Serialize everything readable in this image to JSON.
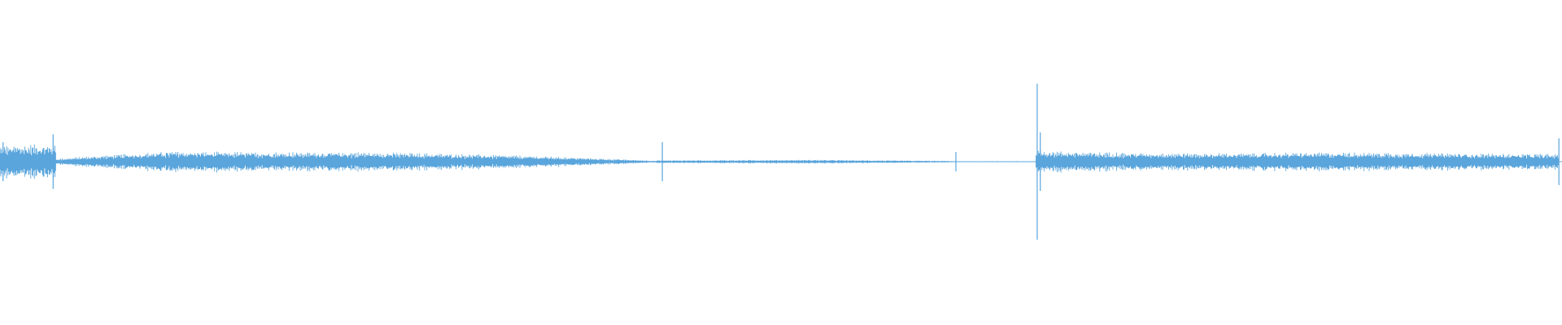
{
  "waveform": {
    "color": "#5aa5dc",
    "background": "#ffffff",
    "amplitude_range": [
      -1,
      1
    ],
    "time_range": [
      0,
      1
    ],
    "segments": [
      {
        "start": 0.0,
        "end": 0.036,
        "amp_start": 0.17,
        "amp_end": 0.18,
        "cycles_per_unit": 420
      },
      {
        "start": 0.036,
        "end": 0.06,
        "amp_start": 0.03,
        "amp_end": 0.06,
        "cycles_per_unit": 420
      },
      {
        "start": 0.06,
        "end": 0.11,
        "amp_start": 0.06,
        "amp_end": 0.11,
        "cycles_per_unit": 420
      },
      {
        "start": 0.11,
        "end": 0.16,
        "amp_start": 0.11,
        "amp_end": 0.1,
        "cycles_per_unit": 420
      },
      {
        "start": 0.16,
        "end": 0.24,
        "amp_start": 0.1,
        "amp_end": 0.1,
        "cycles_per_unit": 420
      },
      {
        "start": 0.24,
        "end": 0.3,
        "amp_start": 0.1,
        "amp_end": 0.08,
        "cycles_per_unit": 420
      },
      {
        "start": 0.3,
        "end": 0.36,
        "amp_start": 0.08,
        "amp_end": 0.05,
        "cycles_per_unit": 420
      },
      {
        "start": 0.36,
        "end": 0.42,
        "amp_start": 0.05,
        "amp_end": 0.01,
        "cycles_per_unit": 420
      },
      {
        "start": 0.42,
        "end": 0.52,
        "amp_start": 0.015,
        "amp_end": 0.02,
        "cycles_per_unit": 420
      },
      {
        "start": 0.52,
        "end": 0.61,
        "amp_start": 0.02,
        "amp_end": 0.008,
        "cycles_per_unit": 420
      },
      {
        "start": 0.61,
        "end": 0.663,
        "amp_start": 0.005,
        "amp_end": 0.005,
        "cycles_per_unit": 420
      },
      {
        "start": 0.663,
        "end": 0.7,
        "amp_start": 0.12,
        "amp_end": 0.1,
        "cycles_per_unit": 420
      },
      {
        "start": 0.7,
        "end": 0.78,
        "amp_start": 0.1,
        "amp_end": 0.09,
        "cycles_per_unit": 420
      },
      {
        "start": 0.78,
        "end": 0.86,
        "amp_start": 0.09,
        "amp_end": 0.1,
        "cycles_per_unit": 420
      },
      {
        "start": 0.86,
        "end": 0.93,
        "amp_start": 0.1,
        "amp_end": 0.09,
        "cycles_per_unit": 420
      },
      {
        "start": 0.93,
        "end": 0.998,
        "amp_start": 0.09,
        "amp_end": 0.08,
        "cycles_per_unit": 420
      }
    ],
    "transients": [
      {
        "t": 0.002,
        "amp": 0.2
      },
      {
        "t": 0.034,
        "amp": 0.28
      },
      {
        "t": 0.424,
        "amp": 0.2
      },
      {
        "t": 0.612,
        "amp": 0.1
      },
      {
        "t": 0.664,
        "amp": 0.8
      },
      {
        "t": 0.666,
        "amp": 0.3
      },
      {
        "t": 0.998,
        "amp": 0.24
      }
    ]
  }
}
